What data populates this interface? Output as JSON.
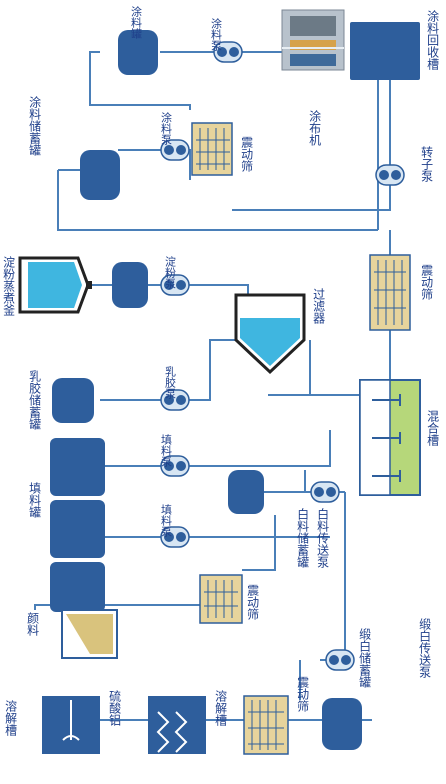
{
  "labels": {
    "coating_tank": "涂料罐",
    "coating_pump_top": "涂料泵",
    "coater": "涂布机",
    "recovery_tank": "涂料回收槽",
    "coating_storage_tank": "涂料储蓄罐",
    "coating_pump_mid": "涂料泵",
    "vibrating_screen_top": "震动筛",
    "rotor_pump": "转子泵",
    "vibrating_screen_right": "震动筛",
    "starch_cooker": "淀粉蒸煮釜",
    "starch_pump": "淀粉泵",
    "filter": "过滤器",
    "latex_storage_tank": "乳胶储蓄罐",
    "latex_pump": "乳胶泵",
    "filler_tank": "填料罐",
    "filler_pump_1": "填料泵",
    "filler_pump_2": "填料泵",
    "mixing_tank": "混合槽",
    "white_storage_tank": "白料储蓄罐",
    "white_transfer_pump": "白料传送泵",
    "pigment": "颜料",
    "vibrating_screen_mid": "震动筛",
    "dissolving_tank": "溶解槽",
    "aluminum_sulfate": "硫酸铝",
    "dissolving_tank_2": "溶解槽",
    "vibrating_screen_bottom": "震动筛",
    "satin_white_storage_tank": "缎白储蓄罐",
    "satin_white_pump": "缎白传送泵"
  },
  "colors": {
    "tank": "#2e5e9c",
    "pipe": "#4a7fb8",
    "screen": "#e7d49c",
    "liquid": "#3fb6e0",
    "mix": "#b6d77a",
    "pigment": "#d9c37d",
    "label": "#1f3f8a"
  }
}
